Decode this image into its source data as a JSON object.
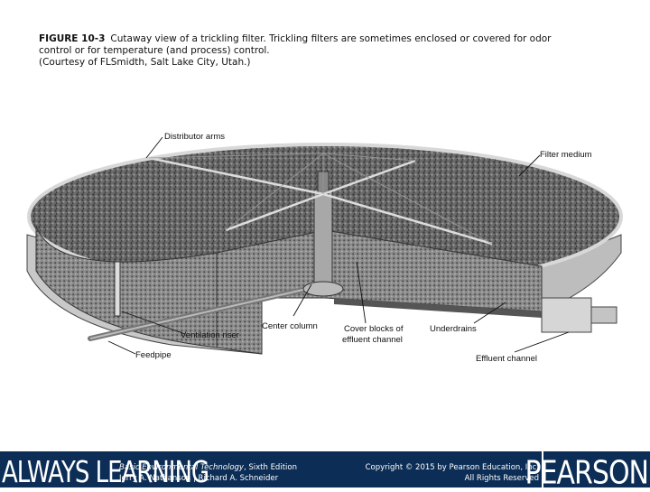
{
  "caption": {
    "figure_label": "FIGURE 10-3",
    "line1": "Cutaway view of a trickling filter. Trickling filters are sometimes enclosed or covered for odor",
    "line2": "control or for temperature (and process) control.",
    "line3": "(Courtesy of FLSmidth, Salt Lake City, Utah.)"
  },
  "labels": {
    "distributor_arms": "Distributor arms",
    "filter_medium": "Filter medium",
    "ventilation_riser": "Ventilation riser",
    "center_column": "Center column",
    "cover_blocks_1": "Cover blocks of",
    "cover_blocks_2": "effluent channel",
    "underdrains": "Underdrains",
    "feedpipe": "Feedpipe",
    "effluent_channel": "Effluent channel"
  },
  "footer": {
    "always_learning": "ALWAYS LEARNING",
    "book_title": "Basic Environmental Technology",
    "book_edition": ", Sixth Edition",
    "authors": "Jerry A. Nathanson | Richard A. Schneider",
    "copyright": "Copyright © 2015 by Pearson Education, Inc.",
    "rights": "All Rights Reserved",
    "publisher": "PEARSON"
  }
}
